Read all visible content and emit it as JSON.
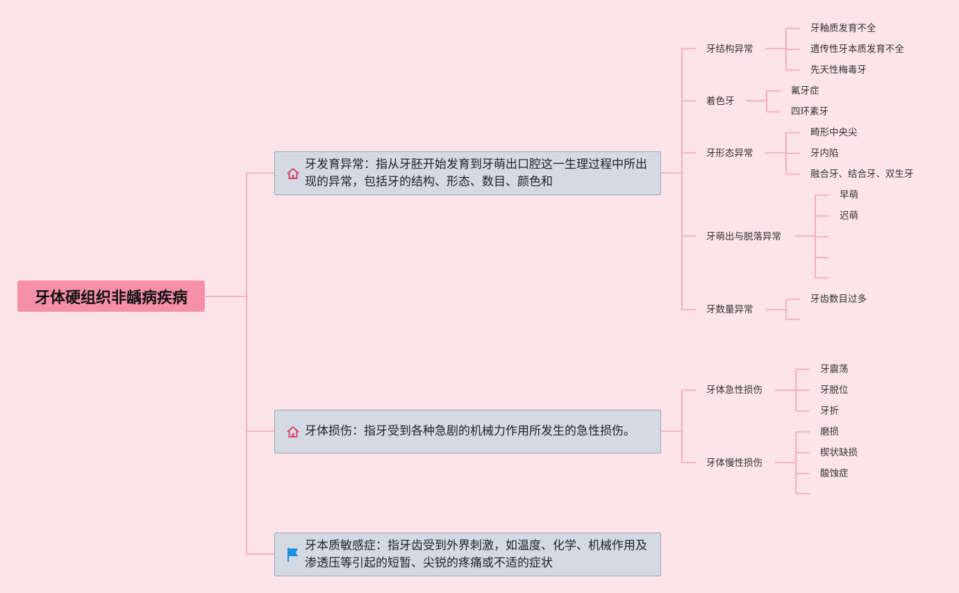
{
  "root": {
    "label": "牙体硬组织非龋病疾病"
  },
  "branches": [
    {
      "label": "牙发育异常：指从牙胚开始发育到牙萌出口腔这一生理过程中所出现的异常，包括牙的结构、形态、数目、颜色和",
      "icon": "home-icon",
      "children": [
        {
          "label": "牙结构异常",
          "children": [
            "牙釉质发育不全",
            "遗传性牙本质发育不全",
            "先天性梅毒牙"
          ]
        },
        {
          "label": "着色牙",
          "children": [
            "氟牙症",
            "四环素牙"
          ]
        },
        {
          "label": "牙形态异常",
          "children": [
            "畸形中央尖",
            "牙内陷",
            "融合牙、结合牙、双生牙"
          ]
        },
        {
          "label": "牙萌出与脱落异常",
          "children": [
            "早萌",
            "迟萌",
            "",
            "",
            ""
          ]
        },
        {
          "label": "牙数量异常",
          "children": [
            "牙齿数目过多",
            ""
          ]
        }
      ]
    },
    {
      "label": "牙体损伤：指牙受到各种急剧的机械力作用所发生的急性损伤。",
      "icon": "home-icon",
      "children": [
        {
          "label": "牙体急性损伤",
          "children": [
            "牙震荡",
            "牙脱位",
            "牙折"
          ]
        },
        {
          "label": "牙体慢性损伤",
          "children": [
            "磨损",
            "楔状缺损",
            "酸蚀症",
            ""
          ]
        }
      ]
    },
    {
      "label": "牙本质敏感症：指牙齿受到外界刺激，如温度、化学、机械作用及渗透压等引起的短暂、尖锐的疼痛或不适的症状",
      "icon": "flag-icon",
      "children": []
    }
  ],
  "colors": {
    "background": "#fde4ea",
    "connector": "#f3a1b5",
    "root": "#f590a8",
    "branch": "#d3dae4",
    "home_icon": "#d9436a",
    "flag_icon": "#1e8fe0"
  }
}
